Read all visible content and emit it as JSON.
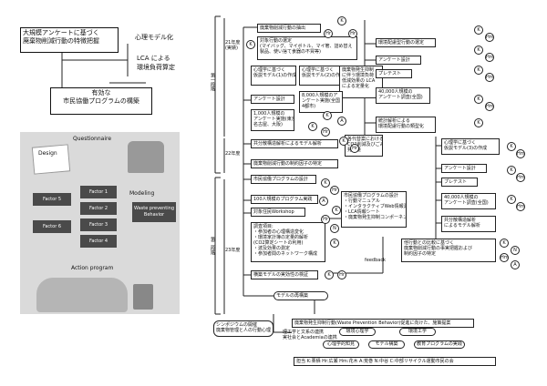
{
  "left": {
    "aim_box": [
      "大規模アンケートに基づく",
      "廃棄物削減行動の特徴把握"
    ],
    "model_labels": [
      "心理モデル化",
      "LCA による",
      "環境負荷算定"
    ],
    "goal_box": [
      "有効な",
      "市民協働プログラムの構築"
    ],
    "illustration": {
      "design": "Design",
      "questionnaire": "Questionnaire",
      "modeling": "Modeling",
      "factors": [
        "Factor 1",
        "Factor 2",
        "Factor 3",
        "Factor 4",
        "Factor 5",
        "Factor 6"
      ],
      "behavior": [
        "Waste preventing",
        "Behavior"
      ],
      "action": "Action program"
    }
  },
  "flow": {
    "phase1": "第一段階",
    "phase2": "第二段階",
    "year21": [
      "21年度",
      "(実績)"
    ],
    "year22": "22年度",
    "year23": "23年度",
    "boxes": {
      "b1": "廃棄物削減行動の抽出",
      "b2": [
        "対象行動の選定",
        "(マイバッグ、マイボトル、マイ箸、詰め替え",
        "製品、使い捨て食器の不買等)"
      ],
      "b3": [
        "心理学に基づく",
        "仮説モデル(1)の作成"
      ],
      "b4": [
        "心理学に基づく",
        "仮説モデル(2)の作成"
      ],
      "b5": [
        "廃棄物発生抑制",
        "に伴う環境負荷",
        "低減効果の LCA",
        "による定量化"
      ],
      "b6": "アンケート設計",
      "b7": [
        "8,000人規模のア",
        "ンケート実施(全国",
        "4都市)"
      ],
      "b8": [
        "1,000人規模の",
        "アンケート実施(東京",
        "名古屋、大阪)"
      ],
      "b9": "共分散構造解析によるモデル解析",
      "b10": [
        "各代替案における",
        "CO2削減及びごみ",
        "発生量"
      ],
      "b11": "廃棄物削減行動の制約因子の特定",
      "b12": "市民協働プログラムの設計",
      "r1": "環境配慮型行動の選定",
      "r2": "アンケート設計",
      "r3": "プレテスト",
      "r4": [
        "40,000人規模の",
        "アンケート調査(全国)"
      ],
      "r5": [
        "統計解析による",
        "環境配慮行動の類型化"
      ],
      "r6": [
        "心理学に基づく",
        "仮説モデル(3)の作成"
      ],
      "r7": "アンケート設計",
      "r8": "プレテスト",
      "r9": [
        "40,000人規模の",
        "アンケート調査(全国)"
      ],
      "r10": [
        "共分散構造解析",
        "によるモデル解析"
      ],
      "r11": [
        "他行動との比較に基づく",
        "廃棄物削減行動の事実把握および",
        "制約因子の特定"
      ],
      "p1": "100人規模のプログラム実践",
      "p2": "対象住民Workshop",
      "p3": [
        "調査項目:",
        "・参加者の心理構造変化",
        "・環境家計簿の定量的解析",
        "(CO2算定シートの利用)",
        "・波及効果の測定",
        "・参加者間のネットワーク構成"
      ],
      "p4": "横築モデルの実効性の検証",
      "p5": "モデルの再構築",
      "prog": [
        "市民協働プログラムの設計",
        "・行動マニュアル",
        "・インタラクティブWeb情報源",
        "・LCA情報シート",
        "・廃棄物発生抑制コンポーネントの選定"
      ],
      "feedback": "feedback",
      "final": "廃棄物発生抑制行動(Waste Prevention Behavior)促進に向けた、施策提案",
      "sympo": [
        "シンポジウムの開催",
        "廃棄物管理と人の行動心理"
      ],
      "collab": [
        "理工学と文系の連携",
        "実社会とAcademiaの連携"
      ],
      "bottom_boxes": [
        "環境心理学",
        "環境工学",
        "心理学的知見",
        "モデル構築",
        "教育プログラムの実践"
      ]
    },
    "markers": [
      "K",
      "Hr",
      "Hr",
      "K",
      "K",
      "A",
      "K",
      "Hr",
      "K",
      "Hm",
      "K",
      "Hm",
      "K",
      "Hm",
      "K",
      "Hm",
      "K",
      "K",
      "Hm",
      "K",
      "Hm",
      "K",
      "Hm",
      "K",
      "Hr",
      "K",
      "Hr",
      "A",
      "K",
      "Hr",
      "N",
      "K",
      "K",
      "N",
      "Hm",
      "A",
      "K",
      "Hr"
    ],
    "legend": "担当 K:栗栖 Hr:広瀬 Hm:花木 A:荒巻 N:中谷 C:中部リサイクル運動市民の会"
  }
}
